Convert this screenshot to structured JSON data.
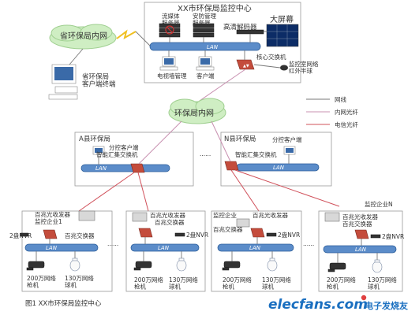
{
  "center": {
    "title": "XX市环保局监控中心",
    "stream_server": "流媒体\n服务器",
    "security_server": "安防管理\n服务器",
    "decoder": "高清解码器",
    "big_screen": "大屏幕",
    "lan": "LAN",
    "core_switch": "核心交换机",
    "infrared": "监控室网络\n红外半球",
    "tv_wall": "电视墙管理",
    "client": "客户端"
  },
  "province": {
    "cloud": "省环保局内网",
    "terminal": "省环保局\n客户端终端"
  },
  "intranet_cloud": "环保局内网",
  "legend": {
    "net": "网线",
    "fiber_in": "内网光纤",
    "fiber_tel": "电信光纤"
  },
  "county_a": {
    "title": "A县环保局",
    "client": "分控客户端",
    "switch": "智能汇集交换机",
    "lan": "LAN"
  },
  "county_n": {
    "title": "N县环保局",
    "client": "分控客户端",
    "switch": "智能汇集交换机",
    "lan": "LAN"
  },
  "ellipsis": "......",
  "enterprises": [
    {
      "name": "监控企业1",
      "transceiver": "百兆光收发器",
      "switch": "百兆交换器",
      "nvr": "2盘NVR",
      "lan": "LAN",
      "gun_cam": "200万网络\n枪机",
      "dome_cam": "130万网络\n球机"
    },
    {
      "name": "",
      "transceiver": "百兆光收发器",
      "switch": "百兆交换器",
      "nvr": "2盘NVR",
      "lan": "LAN",
      "gun_cam": "200万网络\n枪机",
      "dome_cam": "130万网络\n球机"
    },
    {
      "name": "监控企业",
      "transceiver": "百兆光收发器",
      "switch": "百兆交换器",
      "nvr": "2盘NVR",
      "lan": "LAN",
      "gun_cam": "200万网络\n枪机",
      "dome_cam": "130万网络\n球机"
    },
    {
      "name": "监控企业N",
      "transceiver": "百兆光收发器",
      "switch": "百兆交换器",
      "nvr": "2盘NVR",
      "lan": "LAN",
      "gun_cam": "200万网络\n枪机",
      "dome_cam": "130万网络\n球机"
    }
  ],
  "caption": "图1    XX市环保局监控中心",
  "watermark": {
    "brand": "elecfans.com",
    "cn": "电子发烧友"
  },
  "colors": {
    "lan": "#5b8cc9",
    "switch": "#c44c3c",
    "cloud": "#cfeec3",
    "fiber_in": "#c890b0",
    "fiber_tel": "#d0505a",
    "brand": "#1a6fc0"
  }
}
